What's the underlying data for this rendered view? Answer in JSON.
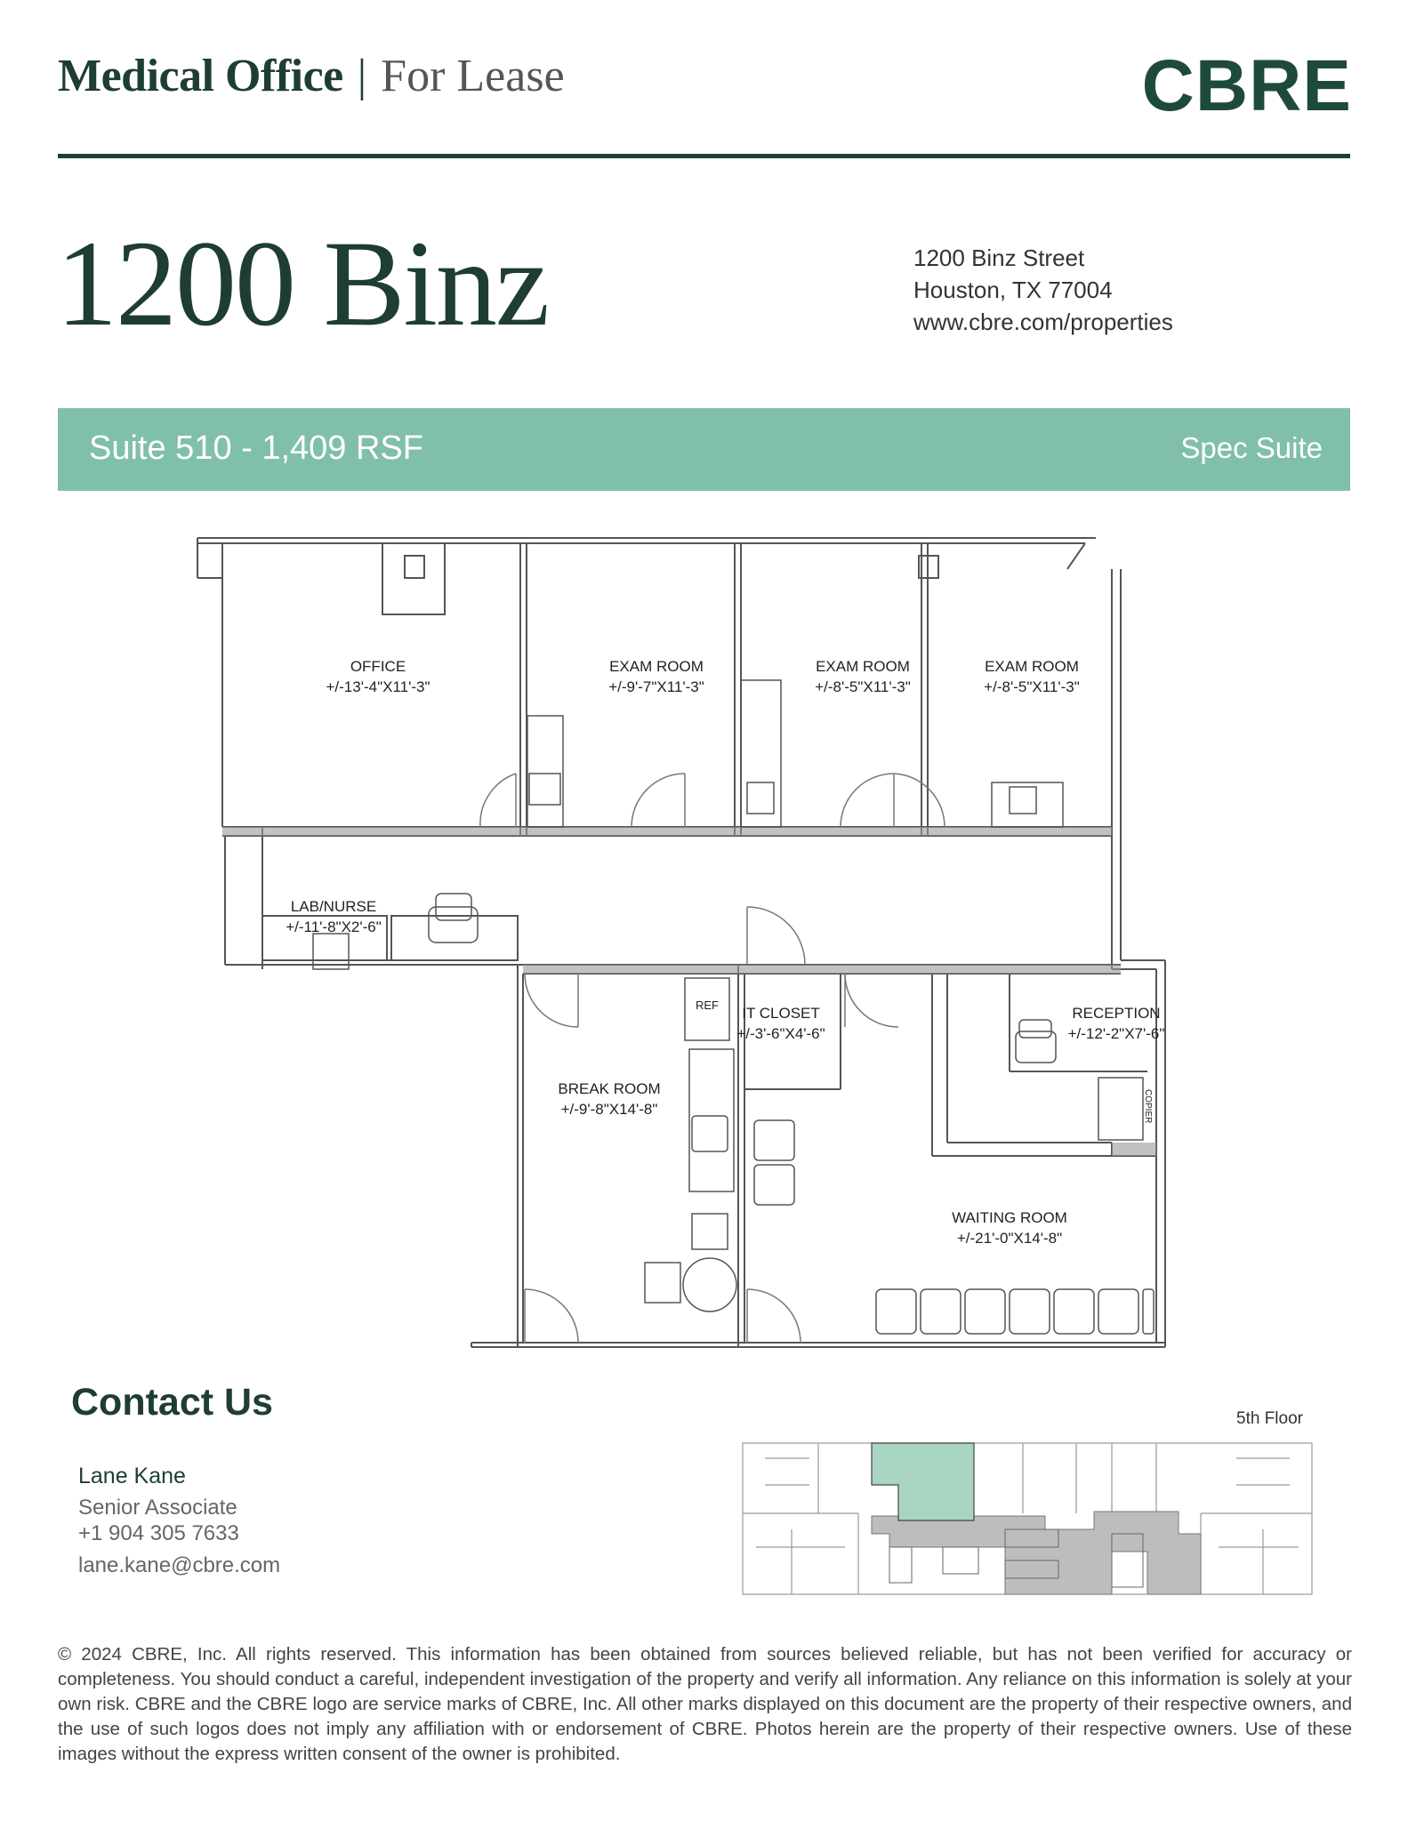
{
  "header": {
    "category": "Medical Office",
    "separator": "|",
    "listing_type": "For Lease",
    "brand": "CBRE",
    "brand_color": "#1e4a3b"
  },
  "property": {
    "name": "1200 Binz",
    "street": "1200 Binz Street",
    "city": "Houston, TX 77004",
    "website": "www.cbre.com/properties"
  },
  "banner": {
    "suite": "Suite 510 - 1,409 RSF",
    "tag": "Spec Suite",
    "color": "#80bfac"
  },
  "floorplan": {
    "rooms": [
      {
        "name": "OFFICE",
        "dims": "+/-13'-4\"X11'-3\""
      },
      {
        "name": "EXAM ROOM",
        "dims": "+/-9'-7\"X11'-3\""
      },
      {
        "name": "EXAM ROOM",
        "dims": "+/-8'-5\"X11'-3\""
      },
      {
        "name": "EXAM ROOM",
        "dims": "+/-8'-5\"X11'-3\""
      },
      {
        "name": "LAB/NURSE",
        "dims": "+/-11'-8\"X2'-6\""
      },
      {
        "name": "IT CLOSET",
        "dims": "+/-3'-6\"X4'-6\""
      },
      {
        "name": "RECEPTION",
        "dims": "+/-12'-2\"X7'-6\""
      },
      {
        "name": "BREAK ROOM",
        "dims": "+/-9'-8\"X14'-8\""
      },
      {
        "name": "WAITING ROOM",
        "dims": "+/-21'-0\"X14'-8\""
      }
    ],
    "fixtures": {
      "ref": "REF",
      "copier": "COPIER"
    }
  },
  "contact": {
    "heading": "Contact Us",
    "name": "Lane Kane",
    "title": "Senior Associate",
    "phone": "+1 904 305 7633",
    "email": "lane.kane@cbre.com"
  },
  "keyplan": {
    "floor": "5th Floor",
    "highlight_color": "#a8d5c2",
    "core_color": "#bdbdbd"
  },
  "disclaimer": "© 2024 CBRE, Inc. All rights reserved. This information has been obtained from sources believed reliable, but has not been verified for accuracy or completeness. You should conduct a careful, independent investigation of the property and verify all information. Any reliance on this information is solely at your own risk. CBRE and the CBRE logo are service marks of CBRE, Inc. All other marks displayed on this document are the property of their respective owners, and the use of such logos does not imply any affiliation with or endorsement of CBRE. Photos herein are the property of their respective owners. Use of these images without the express written consent of the owner is prohibited."
}
